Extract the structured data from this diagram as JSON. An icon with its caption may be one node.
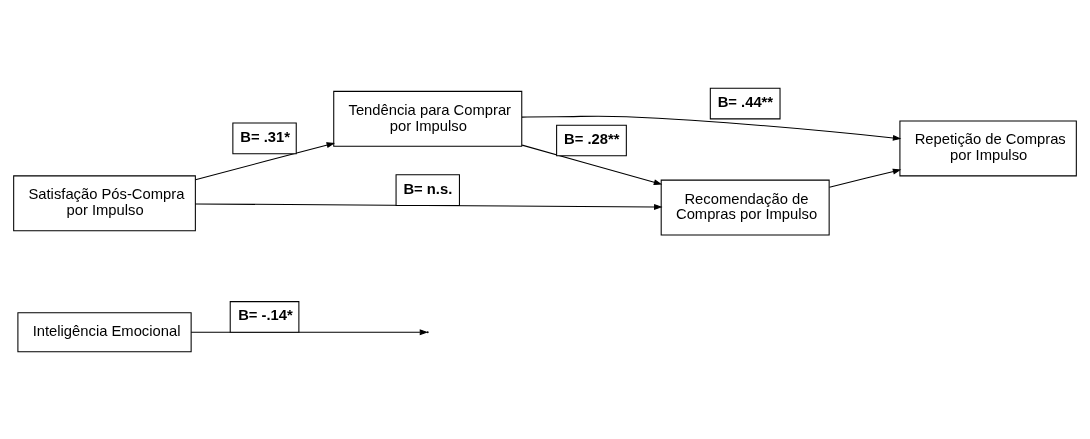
{
  "diagram": {
    "nodes": [
      {
        "text": [
          "Inteligência Emocional"
        ]
      },
      {
        "text": [
          "Satisfação Pós-Compra por Impulso"
        ]
      },
      {
        "text": [
          "Tendência para Comprar por Impulso"
        ]
      },
      {
        "text": [
          "Repetição de Compras por Impulso"
        ]
      },
      {
        "text": [
          "Recomendação de Compras por Impulso"
        ]
      }
    ],
    "edges": [
      {
        "from": 1,
        "to": 2,
        "arrow": "to",
        "label": "B= .31*"
      },
      {
        "from": 0,
        "to": null,
        "arrow": "to",
        "label": "B= -.14*"
      },
      {
        "from": 2,
        "to": 3,
        "arrow": "to",
        "label": "B= .44**"
      },
      {
        "from": 2,
        "to": 4,
        "arrow": "to",
        "label": "B= .28**"
      },
      {
        "from": 4,
        "to": 3,
        "arrow": "to"
      },
      {
        "from": 1,
        "to": 4,
        "arrow": "to",
        "label": "B= n.s."
      }
    ]
  }
}
